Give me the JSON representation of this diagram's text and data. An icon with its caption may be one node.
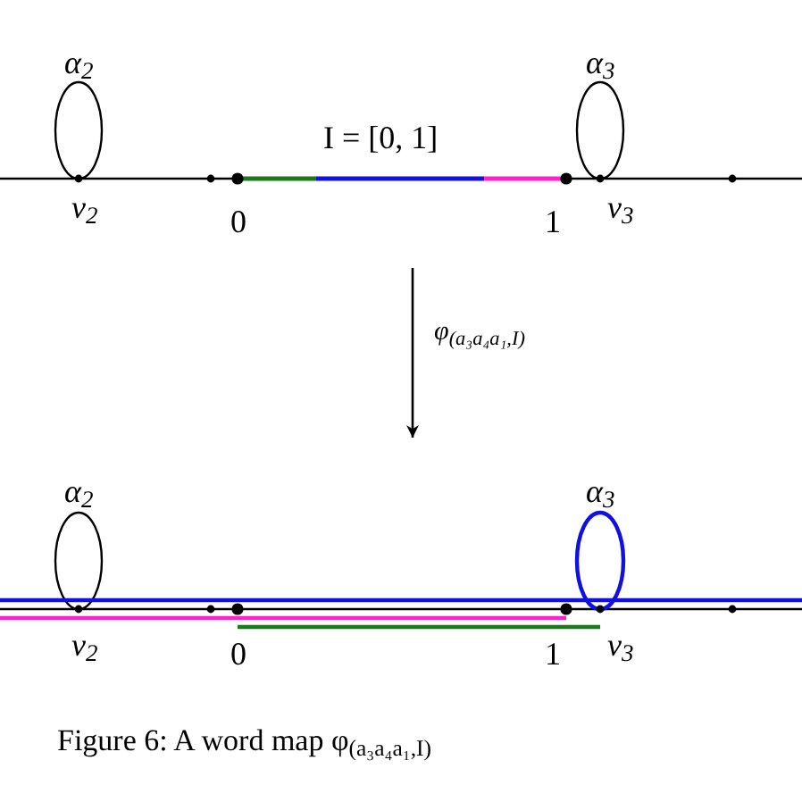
{
  "diagram": {
    "caption": "Figure 6: A word map φ$_{(a₃a₄a₁,I)}$",
    "nodes": [
      {
        "text": [],
        "shape": "picture"
      },
      {
        "text": [],
        "shape": "picture"
      }
    ],
    "edges": [
      {
        "from": 0,
        "to": 1,
        "arrow": "to",
        "label": "φ$_{(a₃a₄a₁,I)}$"
      }
    ],
    "labels": [
      "α$_{2}$",
      "α$_{3}$",
      "I = [0, 1]",
      "v$_{2}$",
      "0",
      "1",
      "v$_{3}$",
      "α$_{2}$",
      "α$_{3}$",
      "v$_{2}$",
      "0",
      "1",
      "v$_{3}$"
    ]
  }
}
